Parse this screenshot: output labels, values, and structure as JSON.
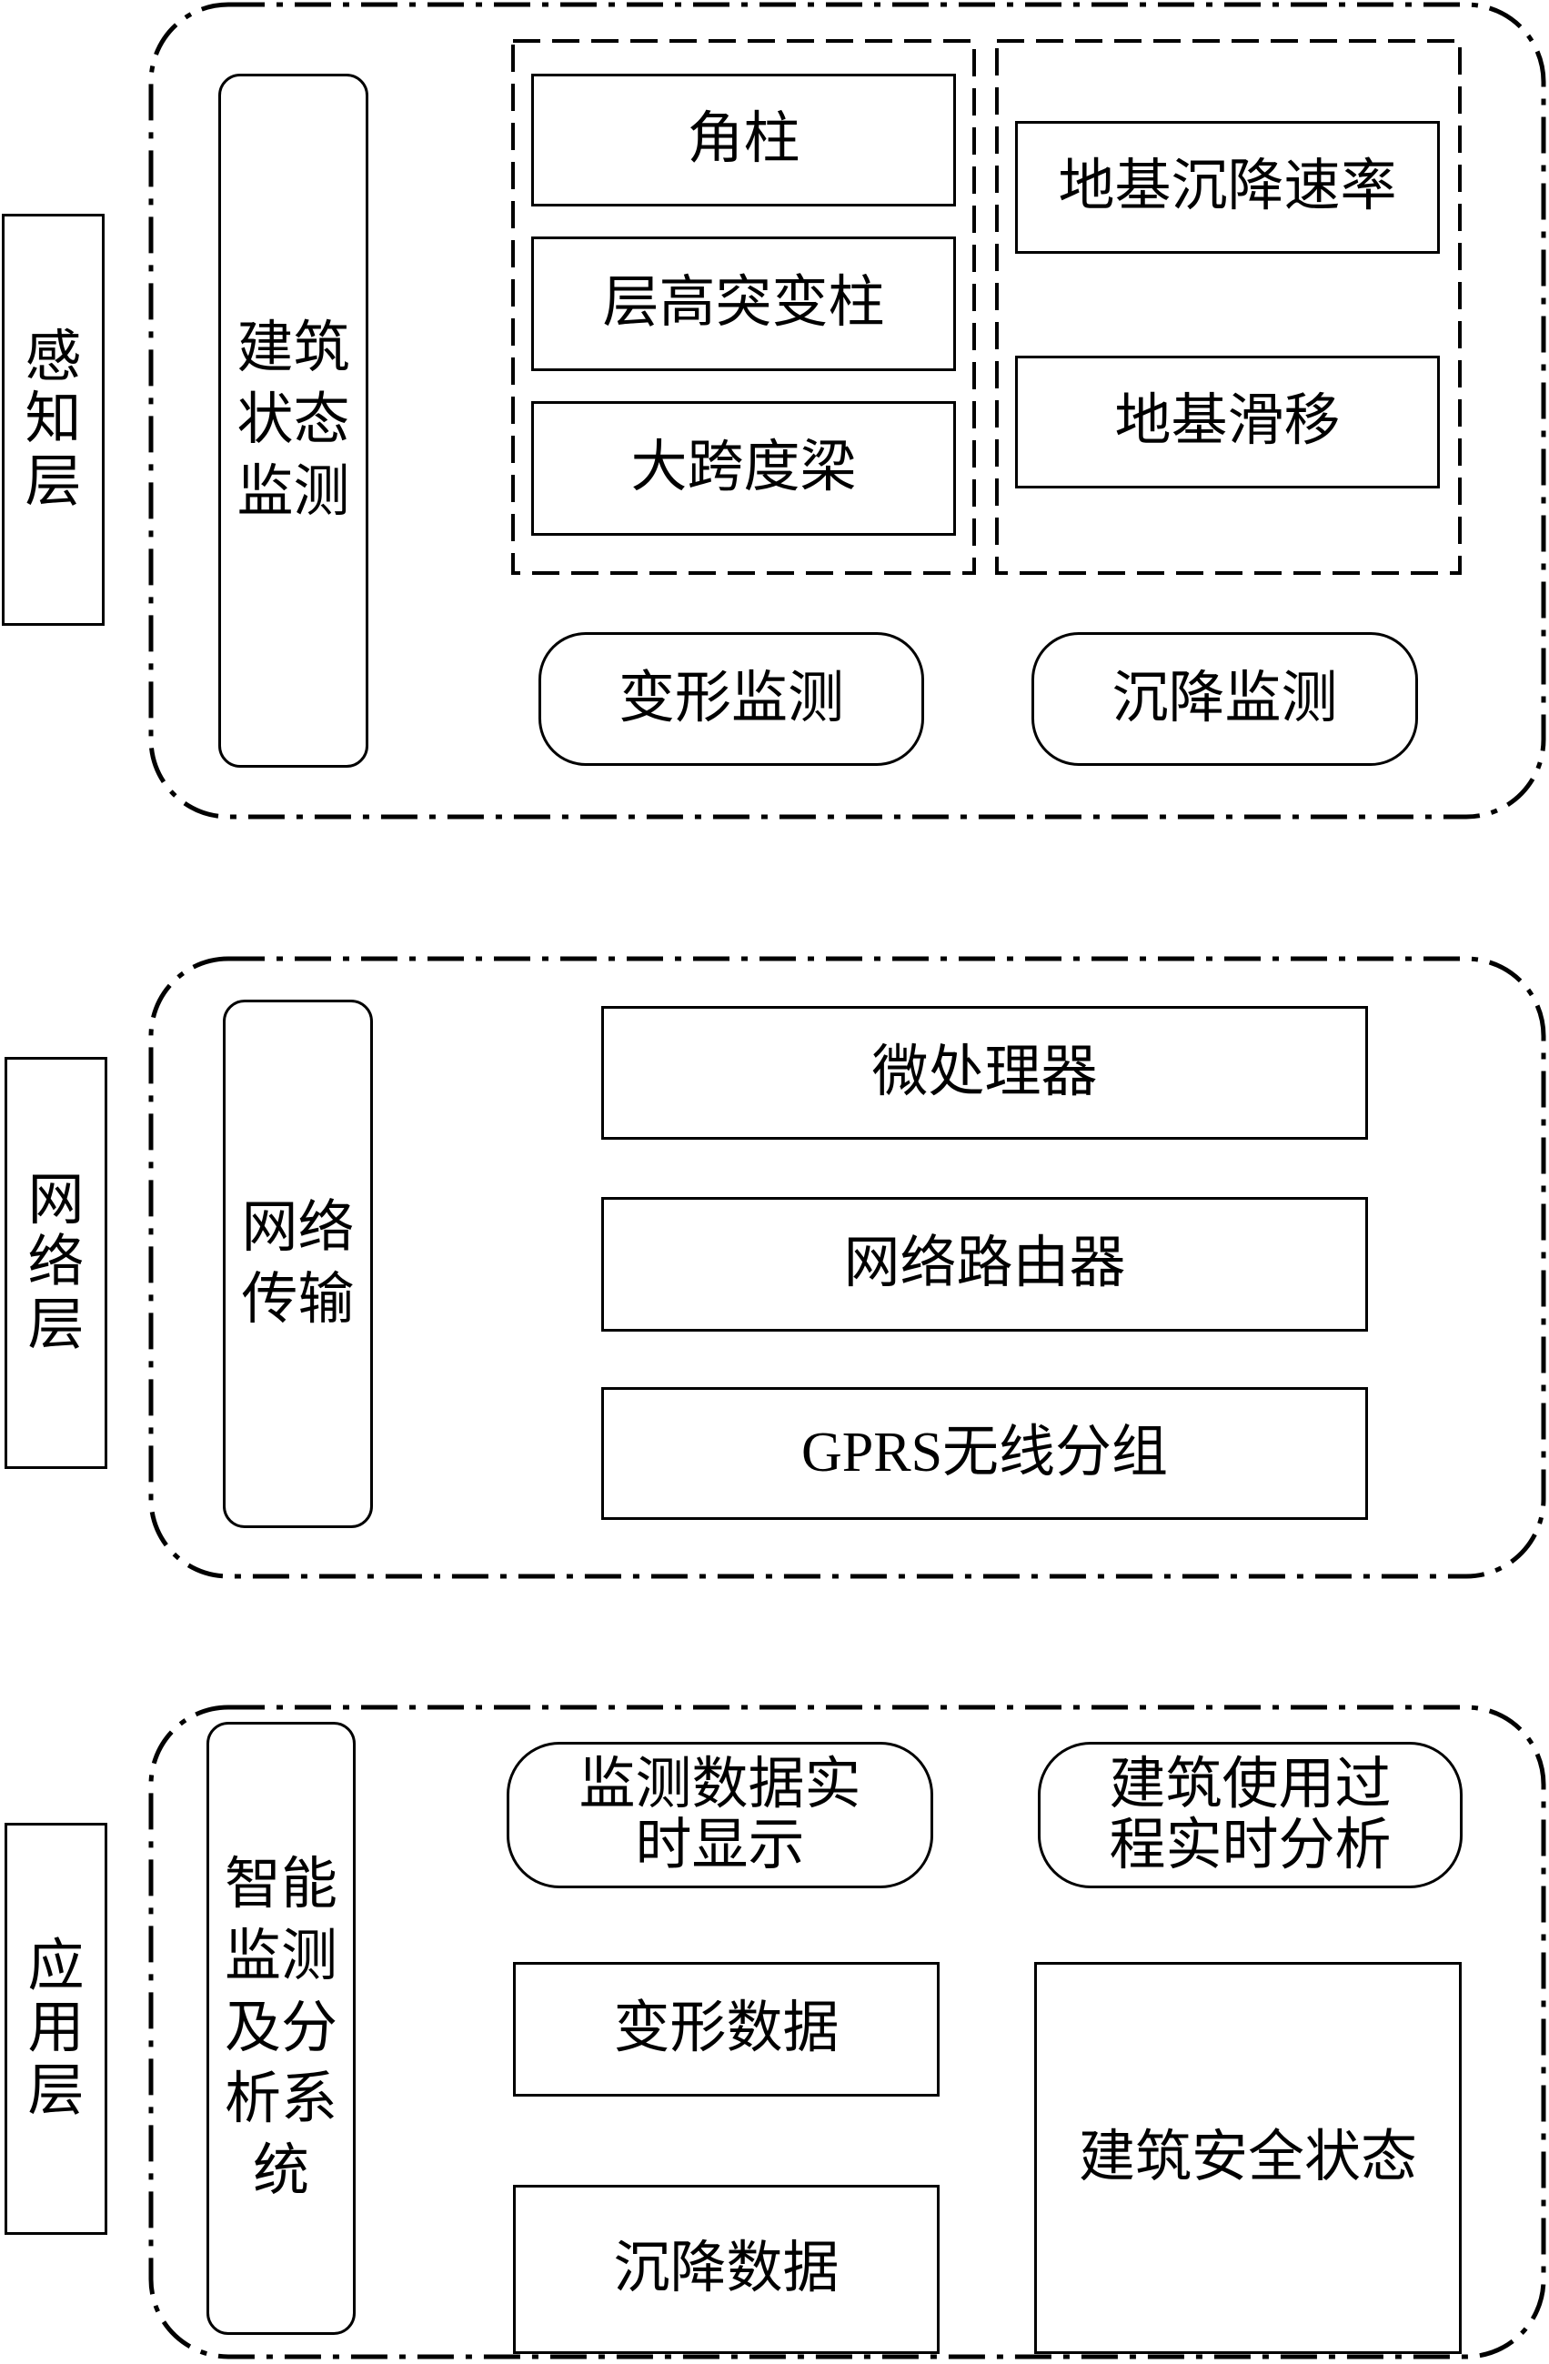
{
  "perception": {
    "label": "感知层",
    "module": "建筑状态监测",
    "deformation_group": [
      "角柱",
      "层高突变柱",
      "大跨度梁"
    ],
    "settlement_group": [
      "地基沉降速率",
      "地基滑移"
    ],
    "deformation_monitoring": "变形监测",
    "settlement_monitoring": "沉降监测"
  },
  "network": {
    "label": "网络层",
    "module": "网络传输",
    "items": [
      "微处理器",
      "网络路由器",
      "GPRS无线分组"
    ]
  },
  "application": {
    "label": "应用层",
    "module": "智能监测及分析系统",
    "realtime_display": "监测数据实时显示",
    "realtime_analysis": "建筑使用过程实时分析",
    "deformation_data": "变形数据",
    "settlement_data": "沉降数据",
    "safety_status": "建筑安全状态"
  }
}
